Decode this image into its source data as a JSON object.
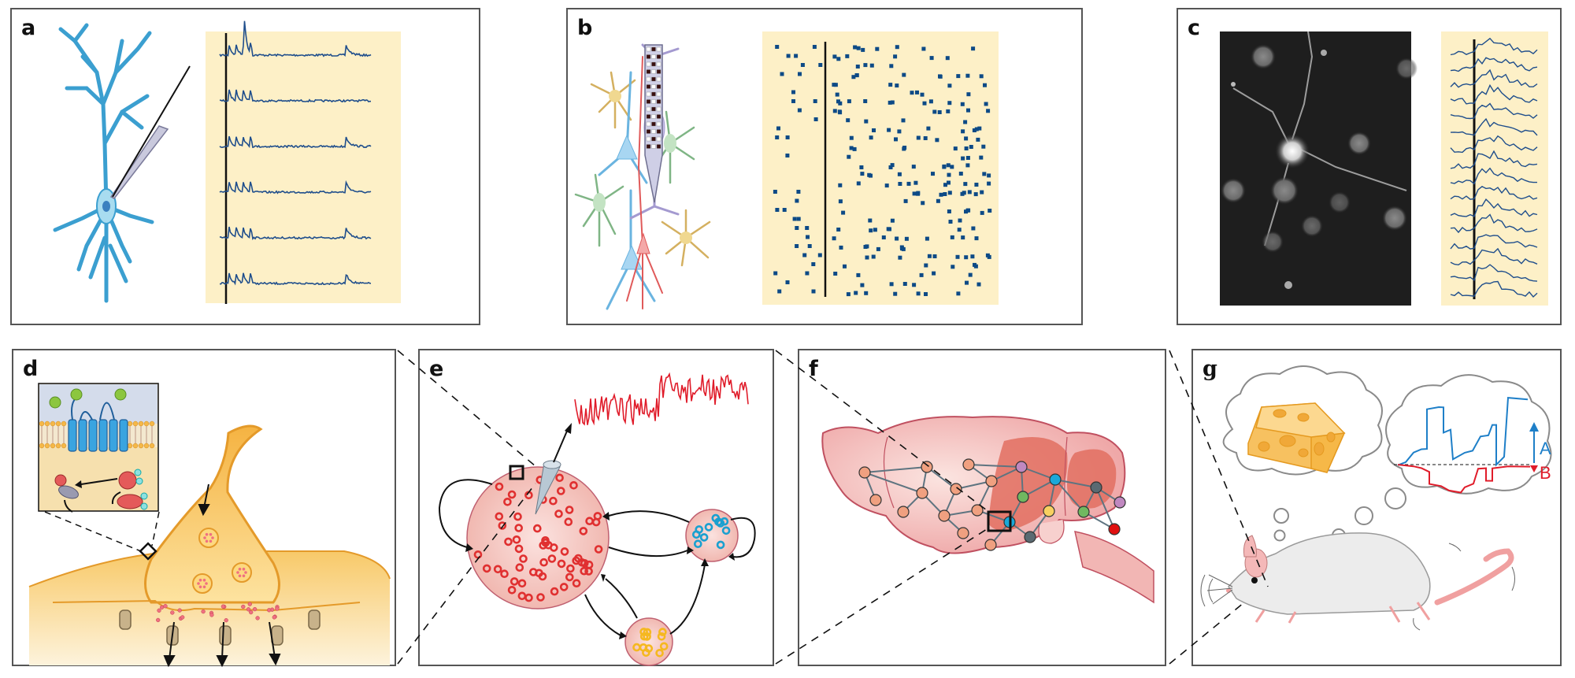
{
  "figure": {
    "panels": [
      {
        "id": "a",
        "label": "a",
        "subject": "whole-cell patch recording of a single pyramidal neuron",
        "trace_count": 6
      },
      {
        "id": "b",
        "label": "b",
        "subject": "multi-electrode silicon probe recording with spike raster",
        "raster_rows": 28
      },
      {
        "id": "c",
        "label": "c",
        "subject": "two-photon calcium imaging of neurons with fluorescence traces",
        "trace_count": 16
      },
      {
        "id": "d",
        "label": "d",
        "subject": "synapse with receptor signaling inset"
      },
      {
        "id": "e",
        "label": "e",
        "subject": "interacting neuronal populations with field recording"
      },
      {
        "id": "f",
        "label": "f",
        "subject": "brain-wide network of connected regions"
      },
      {
        "id": "g",
        "label": "g",
        "subject": "behaving mouse thinking of cheese and choice signals"
      }
    ],
    "panel_g": {
      "label_a": "A",
      "label_b": "B"
    },
    "colors": {
      "trace_navy": "#1f4e8c",
      "raster_dot": "#0d4a86",
      "plot_bg": "#fdf0c7",
      "neuron_blue": "#7ec8e6",
      "synapse_orange": "#f5b342",
      "population_red": "#e03030",
      "population_blue": "#1aa0d0",
      "population_yellow": "#f5b820",
      "signal_red": "#e01c2a",
      "choice_blue": "#1e7fc8",
      "brain_pink": "#f2b6b4",
      "brain_dark": "#e06a5c"
    }
  }
}
